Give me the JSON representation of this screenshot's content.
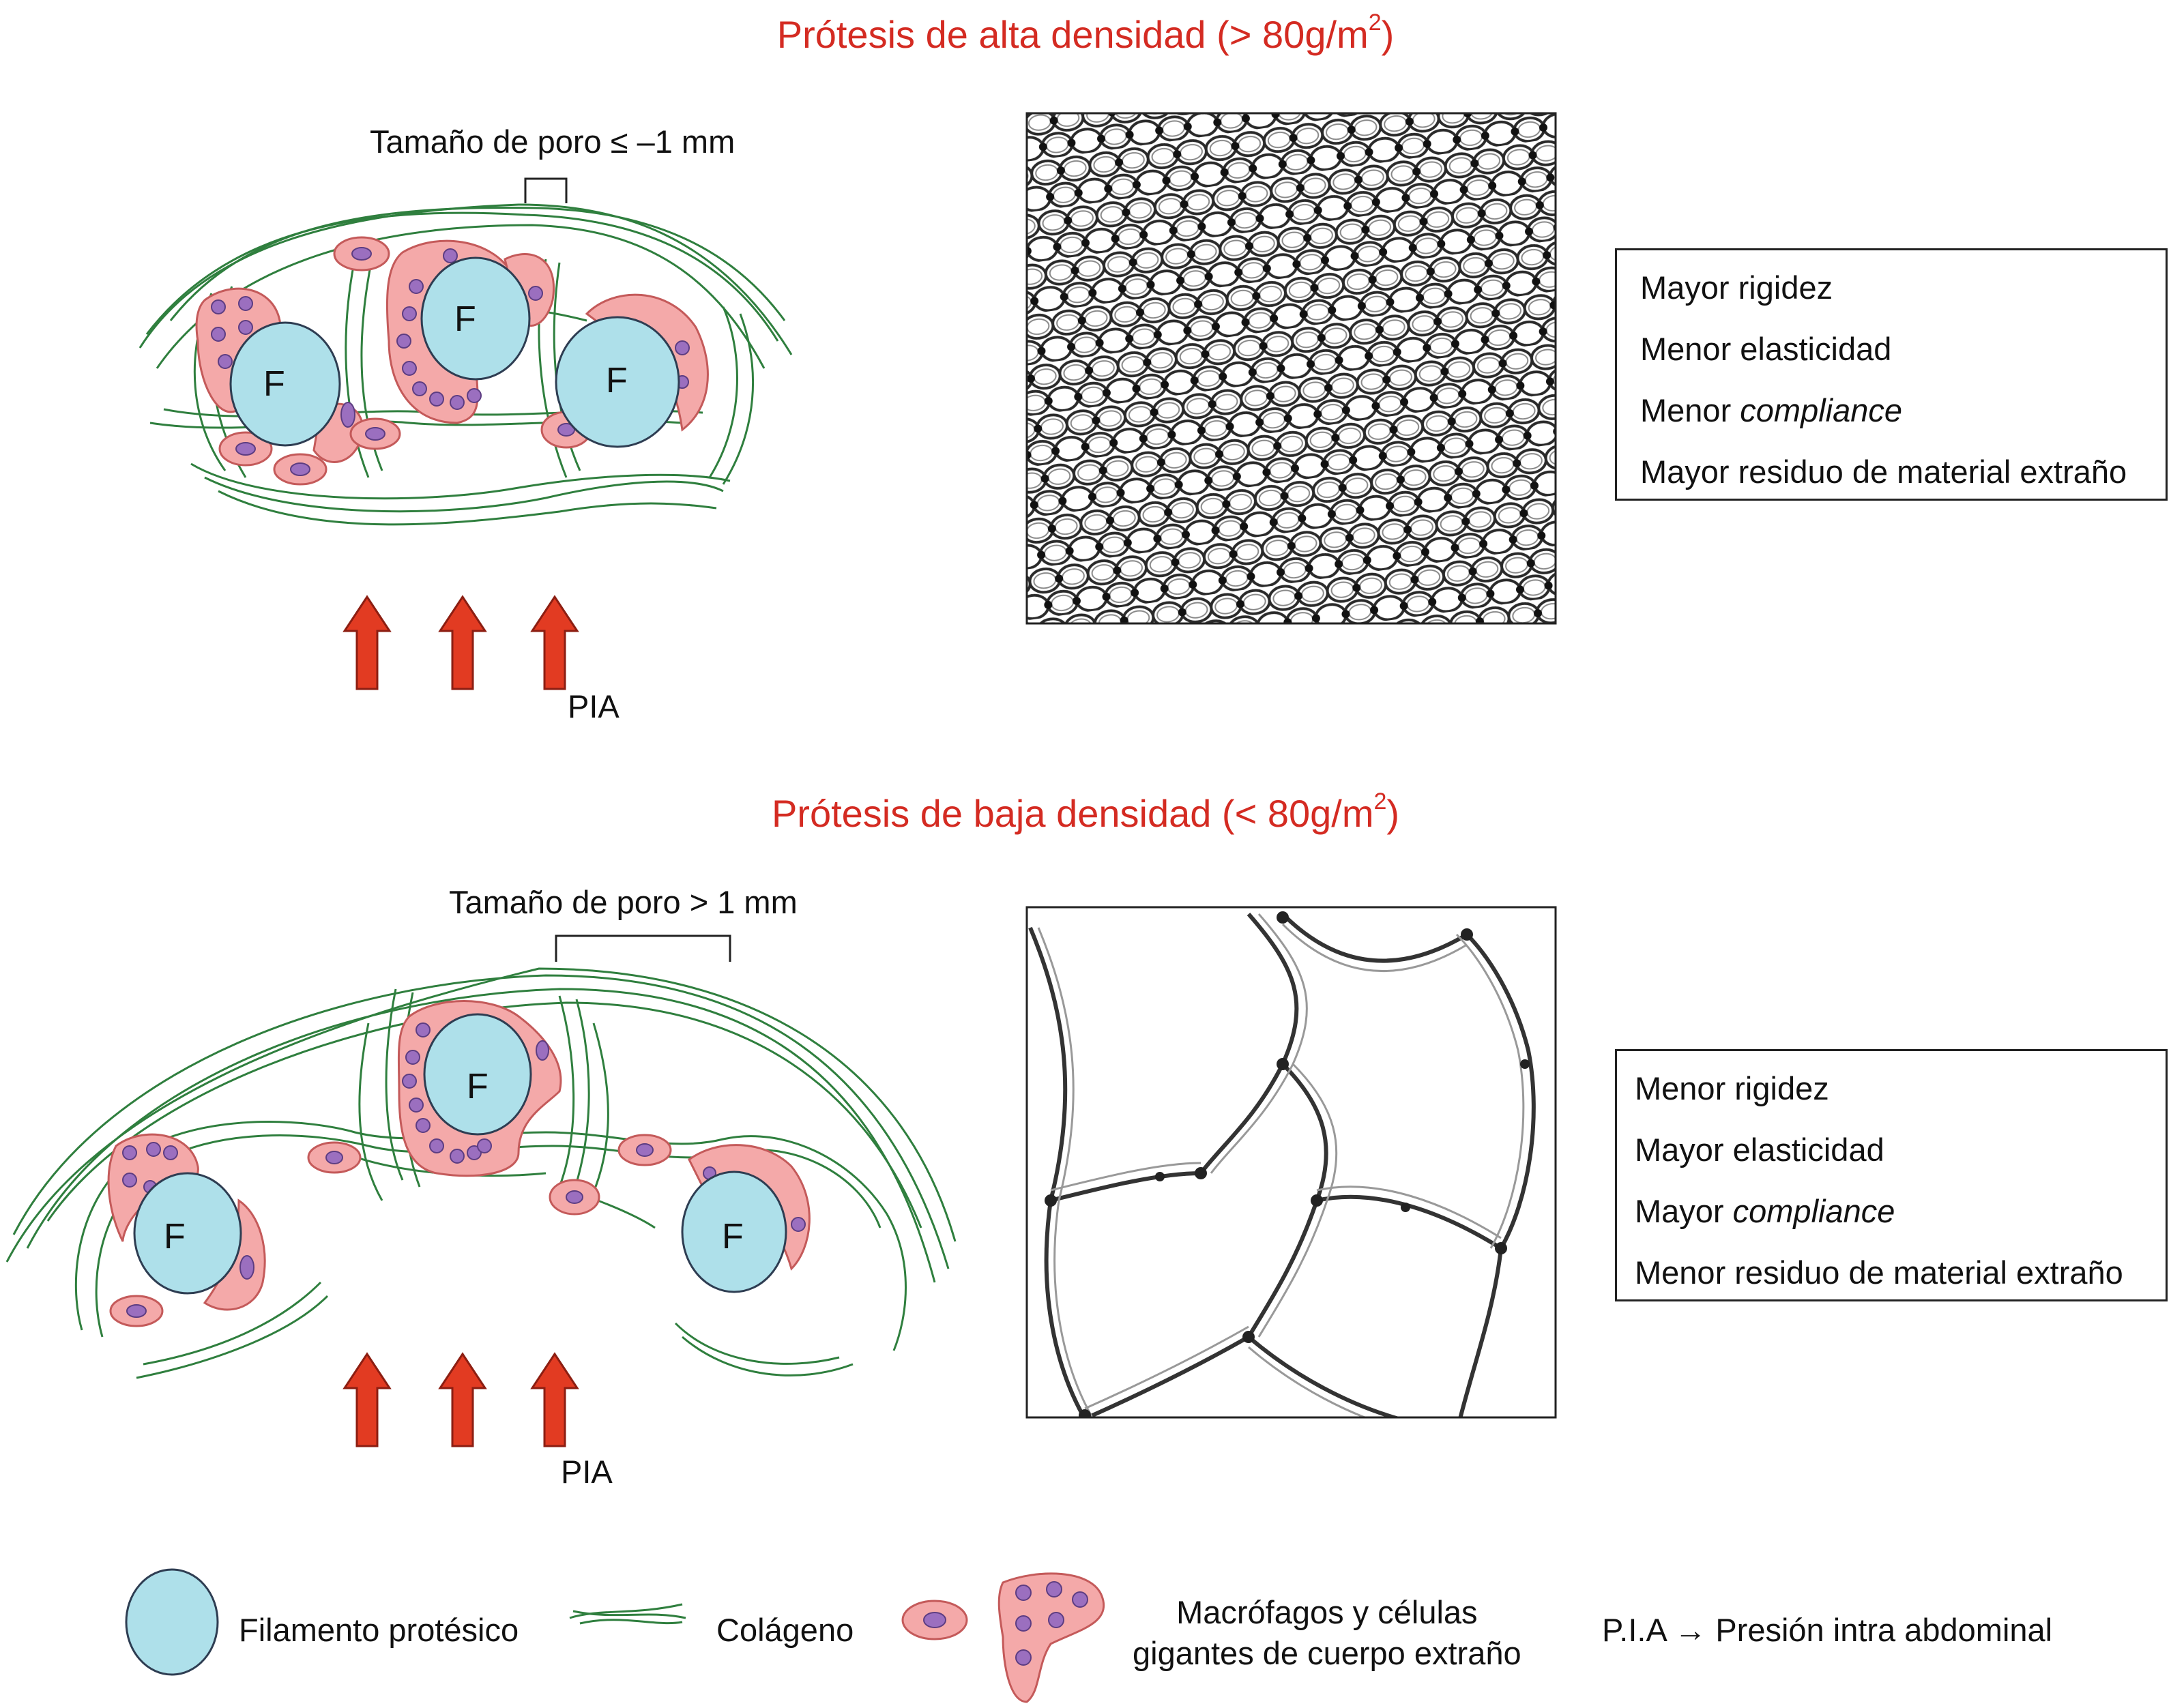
{
  "high": {
    "title_pre": "Prótesis de alta densidad (> 80g/m",
    "title_sup": "2",
    "title_post": ")",
    "pore_label": "Tamaño de poro ≤ –1 mm",
    "filament_label": "F",
    "pia_label": "PIA",
    "properties": [
      {
        "text": "Mayor rigidez",
        "italic": ""
      },
      {
        "text": "Menor elasticidad",
        "italic": ""
      },
      {
        "text": "Menor ",
        "italic": "compliance"
      },
      {
        "text": "Mayor residuo de material extraño",
        "italic": ""
      }
    ]
  },
  "low": {
    "title_pre": "Prótesis de baja densidad (< 80g/m",
    "title_sup": "2",
    "title_post": ")",
    "pore_label": "Tamaño de poro > 1 mm",
    "filament_label": "F",
    "pia_label": "PIA",
    "properties": [
      {
        "text": "Menor rigidez",
        "italic": ""
      },
      {
        "text": "Mayor elasticidad",
        "italic": ""
      },
      {
        "text": "Mayor ",
        "italic": "compliance"
      },
      {
        "text": "Menor residuo de material extraño",
        "italic": ""
      }
    ]
  },
  "legend": {
    "filament": "Filamento protésico",
    "collagen": "Colágeno",
    "macrophage_line1": "Macrófagos y células",
    "macrophage_line2": "gigantes de cuerpo extraño",
    "pia_def": "P.I.A → Presión intra abdominal"
  },
  "colors": {
    "title": "#d42b22",
    "filament": "#aee0ea",
    "cell": "#f4a9a9",
    "nucleus": "#9b6fbf",
    "collagen": "#2f7f3e",
    "arrow": "#e23b22"
  }
}
